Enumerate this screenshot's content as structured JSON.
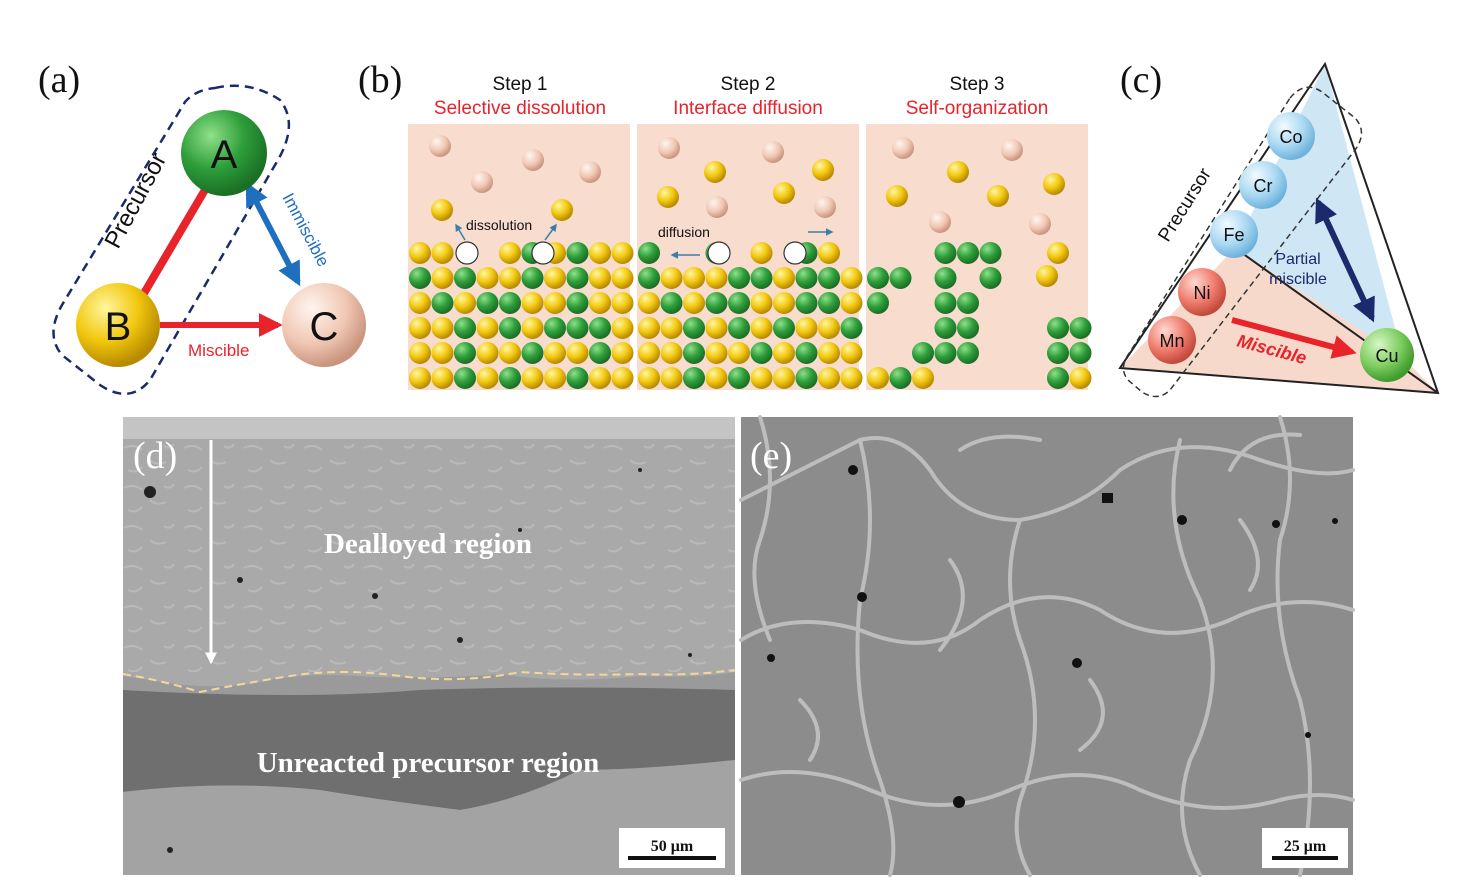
{
  "panels": {
    "a": {
      "label": "(a)",
      "precursor": "Precursor",
      "node_a": "A",
      "node_b": "B",
      "node_c": "C",
      "immiscible": "Immiscible",
      "miscible": "Miscible"
    },
    "b": {
      "label": "(b)",
      "steps": [
        {
          "title": "Step 1",
          "subtitle": "Selective dissolution",
          "note": "dissolution"
        },
        {
          "title": "Step 2",
          "subtitle": "Interface diffusion",
          "note": "diffusion"
        },
        {
          "title": "Step 3",
          "subtitle": "Self-organization",
          "note": ""
        }
      ]
    },
    "c": {
      "label": "(c)",
      "precursor": "Precursor",
      "elements": {
        "co": "Co",
        "cr": "Cr",
        "fe": "Fe",
        "ni": "Ni",
        "mn": "Mn",
        "cu": "Cu"
      },
      "partial_line1": "Partial",
      "partial_line2": "miscible",
      "miscible": "Miscible"
    },
    "d": {
      "label": "(d)",
      "dealloyed": "Dealloyed region",
      "unreacted": "Unreacted precursor region",
      "scale": "50 μm"
    },
    "e": {
      "label": "(e)",
      "scale": "25 μm"
    }
  },
  "colors": {
    "red": "#e8232a",
    "blue_arrow": "#1f6fbf",
    "navy_arrow": "#1a2a6c",
    "panel_bg": "#f8dcce",
    "tri_blue": "#cfe6f5",
    "tri_pink": "#f7d9cc"
  }
}
